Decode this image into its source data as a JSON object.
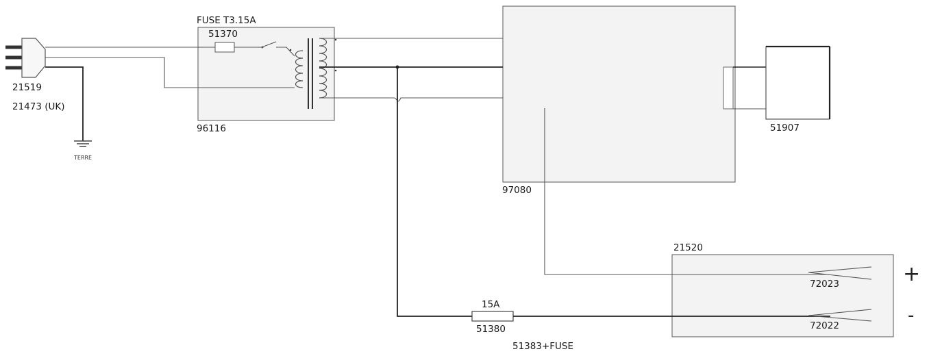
{
  "diagram": {
    "plug": {
      "part": "21519",
      "part_uk": "21473 (UK)"
    },
    "ground": {
      "label": "TERRE"
    },
    "transformer": {
      "part": "96116",
      "fuse_title": "FUSE  T3.15A",
      "fuse_part": "51370"
    },
    "main_unit": {
      "part": "97080"
    },
    "connector": {
      "part": "51907"
    },
    "terminal_block": {
      "part": "21520",
      "positive": {
        "part": "72023",
        "sign": "+"
      },
      "negative": {
        "part": "72022",
        "sign": "-"
      }
    },
    "inline_fuse": {
      "rating": "15A",
      "part": "51380",
      "assembly": "51383+FUSE"
    }
  },
  "colors": {
    "box_fill": "#f3f3f3",
    "box_stroke": "#555555",
    "wire": "#555555",
    "heavy_wire": "#222222"
  }
}
